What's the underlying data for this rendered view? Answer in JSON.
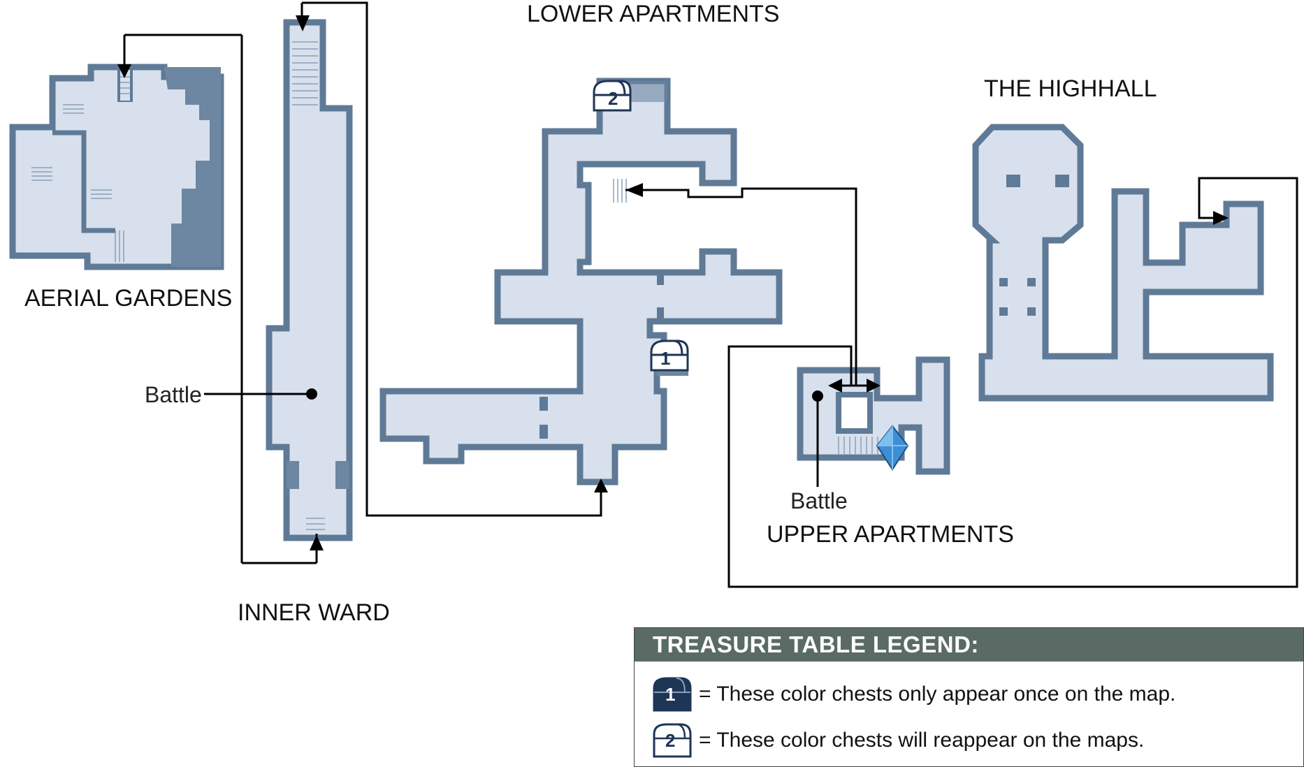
{
  "areas": {
    "aerial_gardens": "AERIAL GARDENS",
    "inner_ward": "INNER WARD",
    "lower_apartments": "LOWER APARTMENTS",
    "upper_apartments": "UPPER APARTMENTS",
    "the_highhall": "THE HIGHHALL"
  },
  "markers": {
    "battle_inner_ward": "Battle",
    "battle_upper_apartments": "Battle",
    "chest_1": "1",
    "chest_2": "2"
  },
  "legend": {
    "title": "TREASURE TABLE LEGEND:",
    "items": [
      {
        "number": "1",
        "style": "dark",
        "text": "= These color chests only appear once on the map."
      },
      {
        "number": "2",
        "style": "light",
        "text": "= These color chests will reappear on the maps."
      }
    ]
  },
  "colors": {
    "floor": "#d7e0ec",
    "wall": "#5f7a96",
    "legend_header": "#5a6a65",
    "chest_dark": "#1f3556",
    "crystal": "#3b8fd6"
  },
  "icons": [
    "treasure-chest-icon",
    "save-crystal-icon",
    "arrow-icon"
  ]
}
